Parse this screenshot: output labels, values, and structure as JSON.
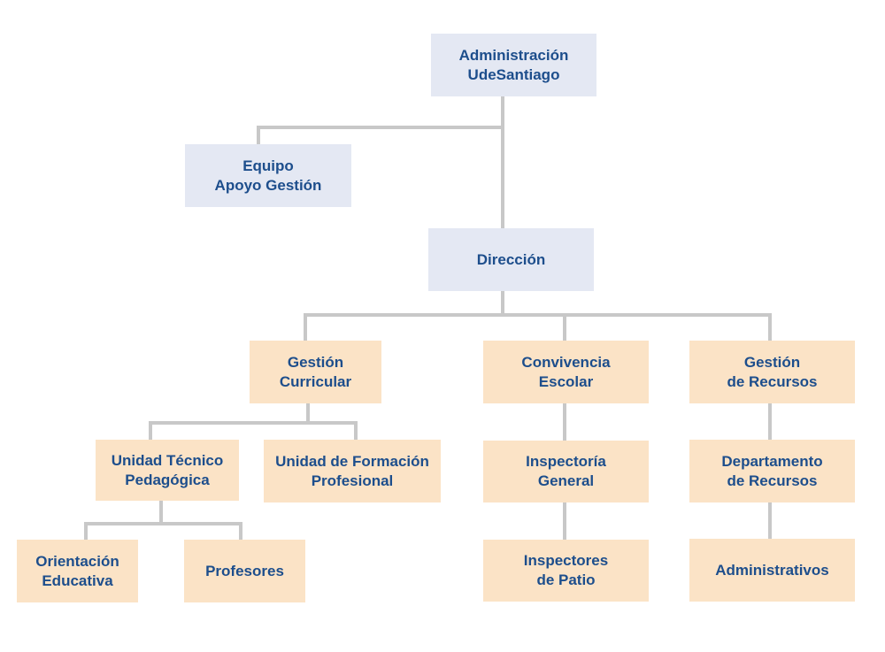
{
  "colors": {
    "primary_box": "#e4e8f3",
    "secondary_box": "#fbe3c6",
    "text": "#1d4e8c",
    "connector": "#c8c8c8"
  },
  "nodes": {
    "admin": {
      "line1": "Administración",
      "line2": "UdeSantiago"
    },
    "equipo": {
      "line1": "Equipo",
      "line2": "Apoyo Gestión"
    },
    "direccion": {
      "line1": "Dirección"
    },
    "gestion_curricular": {
      "line1": "Gestión",
      "line2": "Curricular"
    },
    "convivencia": {
      "line1": "Convivencia",
      "line2": "Escolar"
    },
    "gestion_recursos": {
      "line1": "Gestión",
      "line2": "de Recursos"
    },
    "utp": {
      "line1": "Unidad Técnico",
      "line2": "Pedagógica"
    },
    "formacion": {
      "line1": "Unidad de Formación",
      "line2": "Profesional"
    },
    "inspectoria": {
      "line1": "Inspectoría",
      "line2": "General"
    },
    "departamento": {
      "line1": "Departamento",
      "line2": "de Recursos"
    },
    "orientacion": {
      "line1": "Orientación",
      "line2": "Educativa"
    },
    "profesores": {
      "line1": "Profesores"
    },
    "inspectores": {
      "line1": "Inspectores",
      "line2": "de Patio"
    },
    "administrativos": {
      "line1": "Administrativos"
    }
  }
}
